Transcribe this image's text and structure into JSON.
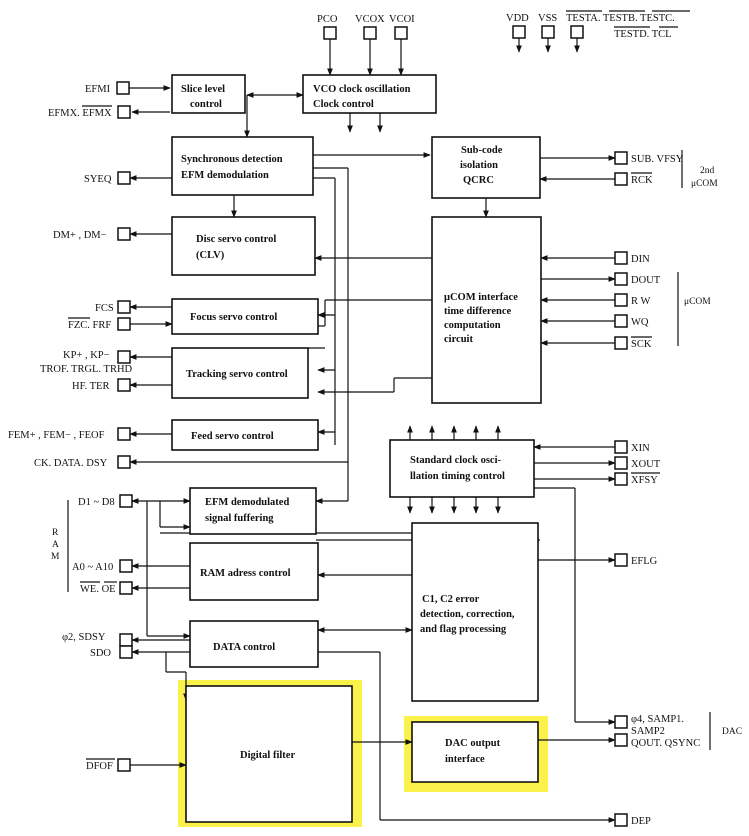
{
  "blocks": {
    "slice": [
      "Slice level",
      "control"
    ],
    "vco": [
      "VCO clock oscillation",
      "Clock control"
    ],
    "sync": [
      "Synchronous detection",
      "EFM demodulation"
    ],
    "subcode": [
      "Sub-code",
      "isolation",
      "QCRC"
    ],
    "disc": [
      "Disc servo control",
      "(CLV)"
    ],
    "mucom": [
      "μCOM interface",
      "time difference",
      "computation",
      "circuit"
    ],
    "focus": [
      "Focus servo control"
    ],
    "tracking": [
      "Tracking servo control"
    ],
    "feed": [
      "Feed servo control"
    ],
    "stdclock": [
      "Standard clock osci-",
      "llation timing control"
    ],
    "efmbuf": [
      "EFM demodulated",
      "signal fuffering"
    ],
    "ramaddr": [
      "RAM adress control"
    ],
    "c1c2": [
      "C1, C2 error",
      "detection, correction,",
      "and flag processing"
    ],
    "datactl": [
      "DATA control"
    ],
    "digfilter": [
      "Digital filter"
    ],
    "dac": [
      "DAC output",
      "interface"
    ]
  },
  "pins": {
    "pco": "PCO",
    "vcox": "VCOX",
    "vcoi": "VCOI",
    "vdd": "VDD",
    "vss": "VSS",
    "test1": "TESTA. TESTB. TESTC.",
    "test2": "TESTD. TCL",
    "efmi": "EFMI",
    "efmx": "EFMX. EFMX",
    "syeq": "SYEQ",
    "dm": "DM+ , DM−",
    "fcs": "FCS",
    "fzc": "FZC. FRF",
    "kp1": "KP+ , KP−",
    "kp2": "TROF. TRGL. TRHD",
    "hf": "HF. TER",
    "fem": "FEM+ , FEM− , FEOF",
    "ck": "CK. DATA. DSY",
    "d1": "D1 ~ D8",
    "a0": "A0 ~ A10",
    "weoe": "WE. OE",
    "phi2": "φ2, SDSY",
    "sdo": "SDO",
    "dfof": "DFOF",
    "sub": "SUB. VFSY",
    "rck": "RCK",
    "din": "DIN",
    "dout": "DOUT",
    "rw": "R W",
    "wq": "WQ",
    "sck": "SCK",
    "xin": "XIN",
    "xout": "XOUT",
    "xfsy": "XFSY",
    "eflg": "EFLG",
    "phi4a": "φ4, SAMP1.",
    "phi4b": "SAMP2",
    "qout": "QOUT. QSYNC",
    "dep": "DEP"
  },
  "groups": {
    "second1": "2nd",
    "second2": "μCOM",
    "mucom": "μCOM",
    "ram": "RAM",
    "dac": "DAC"
  },
  "colors": {
    "highlight": "#faf24a",
    "line": "#111111"
  }
}
